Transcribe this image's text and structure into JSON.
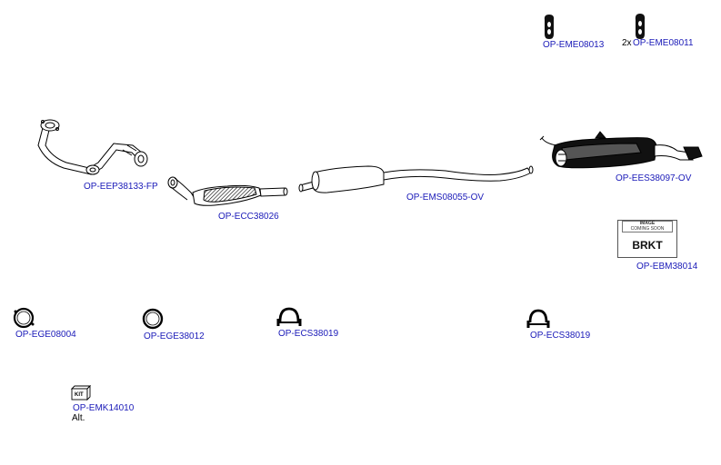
{
  "parts": [
    {
      "id": "hanger-1",
      "label": "OP-EME08013"
    },
    {
      "id": "hanger-2",
      "label": "OP-EME08011",
      "qty": "2x"
    },
    {
      "id": "front-pipe",
      "label": "OP-EEP38133-FP"
    },
    {
      "id": "catalyst",
      "label": "OP-ECC38026"
    },
    {
      "id": "middle-silencer",
      "label": "OP-EMS08055-OV"
    },
    {
      "id": "rear-silencer",
      "label": "OP-EES38097-OV"
    },
    {
      "id": "bracket",
      "label": "OP-EBM38014"
    },
    {
      "id": "gasket-1",
      "label": "OP-EGE08004"
    },
    {
      "id": "gasket-2",
      "label": "OP-EGE38012"
    },
    {
      "id": "clamp-1",
      "label": "OP-ECS38019"
    },
    {
      "id": "clamp-2",
      "label": "OP-ECS38019"
    },
    {
      "id": "mounting-kit",
      "label": "OP-EMK14010",
      "note": "Alt."
    }
  ],
  "placeholder": {
    "header_line1": "IMAGE",
    "header_line2": "COMING SOON",
    "text": "BRKT"
  },
  "kit_icon_text": "KIT",
  "colors": {
    "link": "#1a1ab8",
    "outline": "#000000"
  }
}
